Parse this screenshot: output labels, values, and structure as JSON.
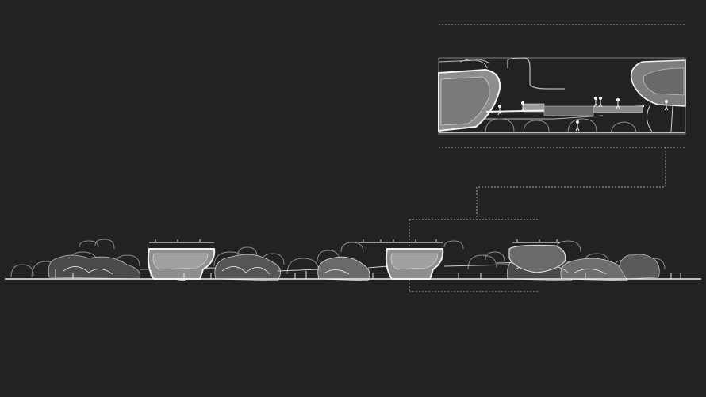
{
  "diagram": {
    "kind": "architectural-section",
    "palette": {
      "background": "#232223",
      "line_bright": "#f2f2f2",
      "line_mid": "#bdbdbd",
      "line_dim": "#8a8a8a",
      "fill_light": "#8e8e8e",
      "fill_mid": "#6a6a6a",
      "fill_dark": "#4a4a4a",
      "dash": "#a8a8a8"
    },
    "elements": [
      "ground-line",
      "pod-1",
      "pod-2",
      "pod-3",
      "pod-4",
      "cloud-massing",
      "detail-inset",
      "callout-frame",
      "connector"
    ]
  }
}
